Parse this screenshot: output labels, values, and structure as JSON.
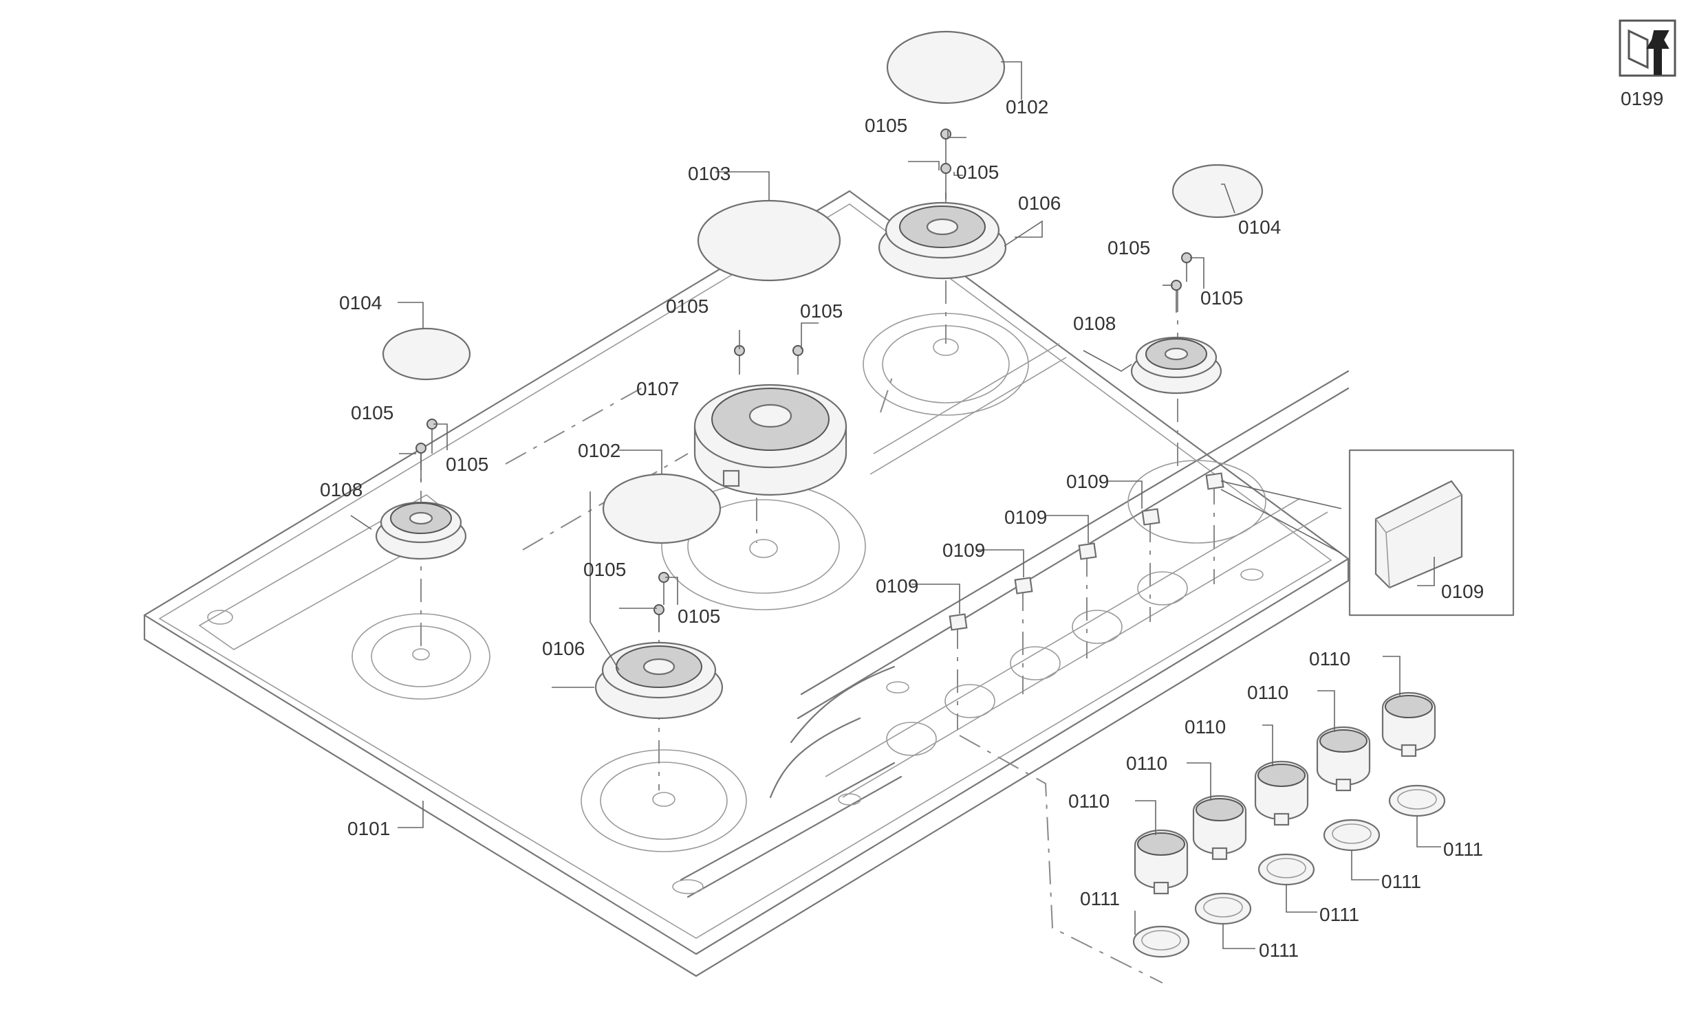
{
  "service_icon": {
    "icon": "wrench-service-icon",
    "code": "0199"
  },
  "callouts": [
    {
      "code": "0101"
    },
    {
      "code": "0102"
    },
    {
      "code": "0102"
    },
    {
      "code": "0103"
    },
    {
      "code": "0104"
    },
    {
      "code": "0104"
    },
    {
      "code": "0105"
    },
    {
      "code": "0105"
    },
    {
      "code": "0105"
    },
    {
      "code": "0105"
    },
    {
      "code": "0105"
    },
    {
      "code": "0105"
    },
    {
      "code": "0105"
    },
    {
      "code": "0105"
    },
    {
      "code": "0105"
    },
    {
      "code": "0105"
    },
    {
      "code": "0106"
    },
    {
      "code": "0106"
    },
    {
      "code": "0107"
    },
    {
      "code": "0108"
    },
    {
      "code": "0108"
    },
    {
      "code": "0109"
    },
    {
      "code": "0109"
    },
    {
      "code": "0109"
    },
    {
      "code": "0109"
    },
    {
      "code": "0109"
    },
    {
      "code": "0110"
    },
    {
      "code": "0110"
    },
    {
      "code": "0110"
    },
    {
      "code": "0110"
    },
    {
      "code": "0110"
    },
    {
      "code": "0111"
    },
    {
      "code": "0111"
    },
    {
      "code": "0111"
    },
    {
      "code": "0111"
    },
    {
      "code": "0111"
    }
  ]
}
